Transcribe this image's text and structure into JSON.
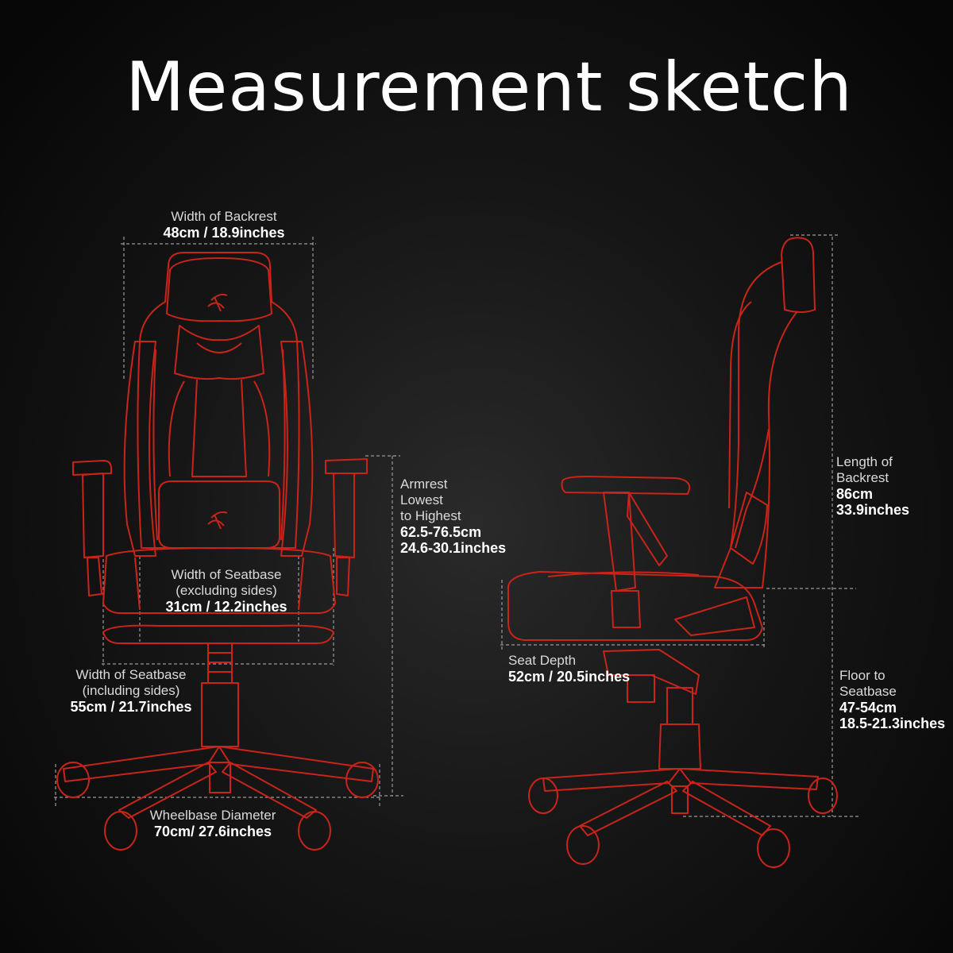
{
  "title": "Measurement sketch",
  "colors": {
    "sketch": "#c8241a",
    "dim_line": "#9a9a9a",
    "text": "#ffffff",
    "background": "#000000"
  },
  "measurements": {
    "backrest_width": {
      "label": "Width of Backrest",
      "value": "48cm / 18.9inches"
    },
    "seatbase_width_excl": {
      "label_1": "Width of Seatbase",
      "label_2": "(excluding sides)",
      "value": "31cm / 12.2inches"
    },
    "seatbase_width_incl": {
      "label_1": "Width of Seatbase",
      "label_2": "(including sides)",
      "value": "55cm / 21.7inches"
    },
    "wheelbase_diameter": {
      "label": "Wheelbase Diameter",
      "value": "70cm/ 27.6inches"
    },
    "armrest_height": {
      "label_1": "Armrest",
      "label_2": "Lowest",
      "label_3": "to Highest",
      "value_cm": "62.5-76.5cm",
      "value_in": "24.6-30.1inches"
    },
    "backrest_length": {
      "label_1": "Length of",
      "label_2": "Backrest",
      "value_cm": "86cm",
      "value_in": "33.9inches"
    },
    "seat_depth": {
      "label": "Seat Depth",
      "value": "52cm / 20.5inches"
    },
    "floor_to_seatbase": {
      "label_1": "Floor to",
      "label_2": "Seatbase",
      "value_cm": "47-54cm",
      "value_in": "18.5-21.3inches"
    }
  }
}
